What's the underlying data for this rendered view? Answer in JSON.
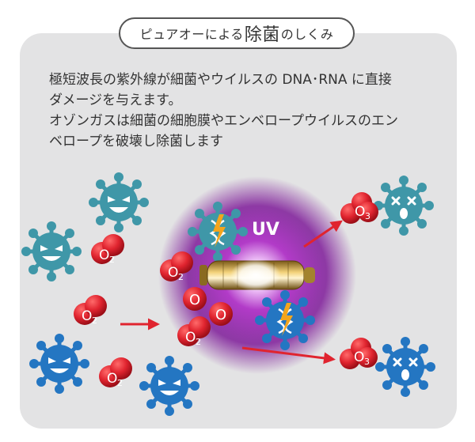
{
  "title": {
    "prefix": "ピュアオーによる",
    "emphasis": "除菌",
    "suffix": "のしくみ"
  },
  "description": {
    "line1": "極短波長の紫外線が細菌やウイルスの DNA･RNA に直接",
    "line2": "ダメージを与えます。",
    "line3": "オゾンガスは細菌の細胞膜やエンベロープウイルスのエン",
    "line4": "ベロープを破壊し除菌します"
  },
  "diagram": {
    "uv_label": "UV",
    "molecule_o2": "O",
    "molecule_o2_sub": "2",
    "molecule_o3": "O",
    "molecule_o3_sub": "3",
    "atom_o": "O",
    "colors": {
      "teal_virus": "#3f97a8",
      "blue_virus": "#2476c2",
      "ozone_red": "#e0242f",
      "arrow_red": "#e0242f",
      "uv_glow": "#8a1fa0",
      "panel_bg": "#e3e3e4"
    },
    "icons": [
      "virus-teal-icon",
      "virus-blue-icon",
      "dead-virus-icon",
      "uv-lamp-icon",
      "dna-lightning-icon"
    ]
  }
}
